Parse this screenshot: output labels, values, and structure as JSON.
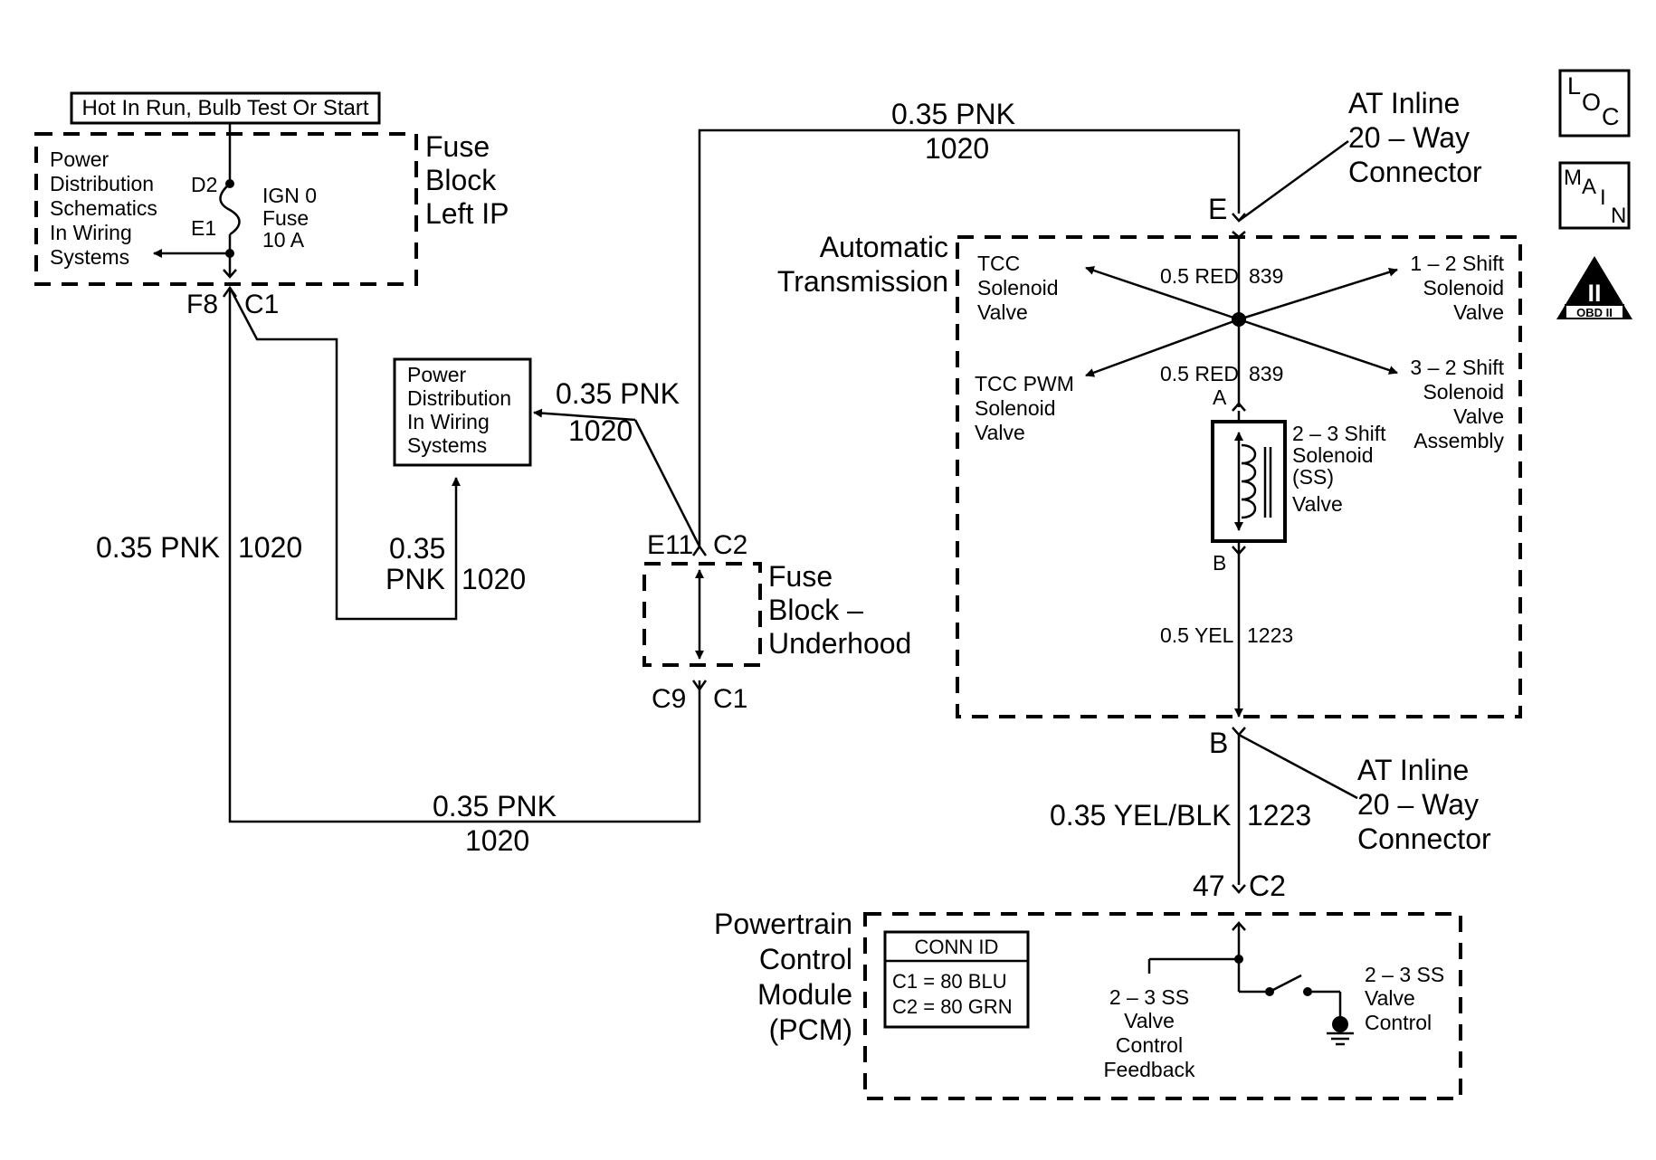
{
  "hot_label": "Hot In Run, Bulb Test Or Start",
  "fuse_block_left": {
    "title": [
      "Fuse",
      "Block",
      "Left IP"
    ],
    "power_dist": [
      "Power",
      "Distribution",
      "Schematics",
      "In Wiring",
      "Systems"
    ],
    "d2": "D2",
    "e1": "E1",
    "fuse": [
      "IGN 0",
      "Fuse",
      "10 A"
    ],
    "f8": "F8",
    "c1": "C1"
  },
  "power_dist_box": [
    "Power",
    "Distribution",
    "In Wiring",
    "Systems"
  ],
  "wires": {
    "left_vert": {
      "gauge": "0.35 PNK",
      "circuit": "1020"
    },
    "mid_vert": {
      "gauge_1": "0.35",
      "gauge_2": "PNK",
      "circuit": "1020"
    },
    "bottom_horiz": {
      "gauge": "0.35 PNK",
      "circuit": "1020"
    },
    "diag": {
      "gauge": "0.35 PNK",
      "circuit": "1020"
    },
    "top_horiz": {
      "gauge": "0.35 PNK",
      "circuit": "1020"
    },
    "at_red_1": {
      "gauge": "0.5 RED",
      "circuit": "839"
    },
    "at_red_2": {
      "gauge": "0.5 RED",
      "circuit": "839"
    },
    "at_yel": {
      "gauge": "0.5 YEL",
      "circuit": "1223"
    },
    "pcm_wire": {
      "gauge": "0.35 YEL/BLK",
      "circuit": "1223"
    }
  },
  "fuse_block_underhood": {
    "title": [
      "Fuse",
      "Block –",
      "Underhood"
    ],
    "e11": "E11",
    "c2": "C2",
    "c9": "C9",
    "c1": "C1"
  },
  "at_connector_top": {
    "label": [
      "AT Inline",
      "20 – Way",
      "Connector"
    ],
    "pin": "E"
  },
  "at_connector_bottom": {
    "label": [
      "AT Inline",
      "20 – Way",
      "Connector"
    ],
    "pin": "B"
  },
  "automatic_transmission": {
    "title": [
      "Automatic",
      "Transmission"
    ],
    "tcc_solenoid": [
      "TCC",
      "Solenoid",
      "Valve"
    ],
    "tcc_pwm": [
      "TCC PWM",
      "Solenoid",
      "Valve"
    ],
    "shift_12": [
      "1 – 2 Shift",
      "Solenoid",
      "Valve"
    ],
    "shift_32": [
      "3 – 2 Shift",
      "Solenoid",
      "Valve",
      "Assembly"
    ],
    "shift_23": [
      "2 – 3 Shift",
      "Solenoid",
      "(SS)",
      "Valve"
    ],
    "pin_a": "A",
    "pin_b": "B"
  },
  "pcm": {
    "title": [
      "Powertrain",
      "Control",
      "Module",
      "(PCM)"
    ],
    "pin": "47",
    "conn": "C2",
    "conn_id_title": "CONN ID",
    "conn_ids": [
      "C1  =  80 BLU",
      "C2  =  80 GRN"
    ],
    "feedback": [
      "2 – 3 SS",
      "Valve",
      "Control",
      "Feedback"
    ],
    "control": [
      "2 – 3 SS",
      "Valve",
      "Control"
    ]
  },
  "icons": {
    "loc": [
      "L",
      "O",
      "C"
    ],
    "main": [
      "M",
      "A",
      "I",
      "N"
    ],
    "obd": [
      "II",
      "OBD II"
    ]
  }
}
